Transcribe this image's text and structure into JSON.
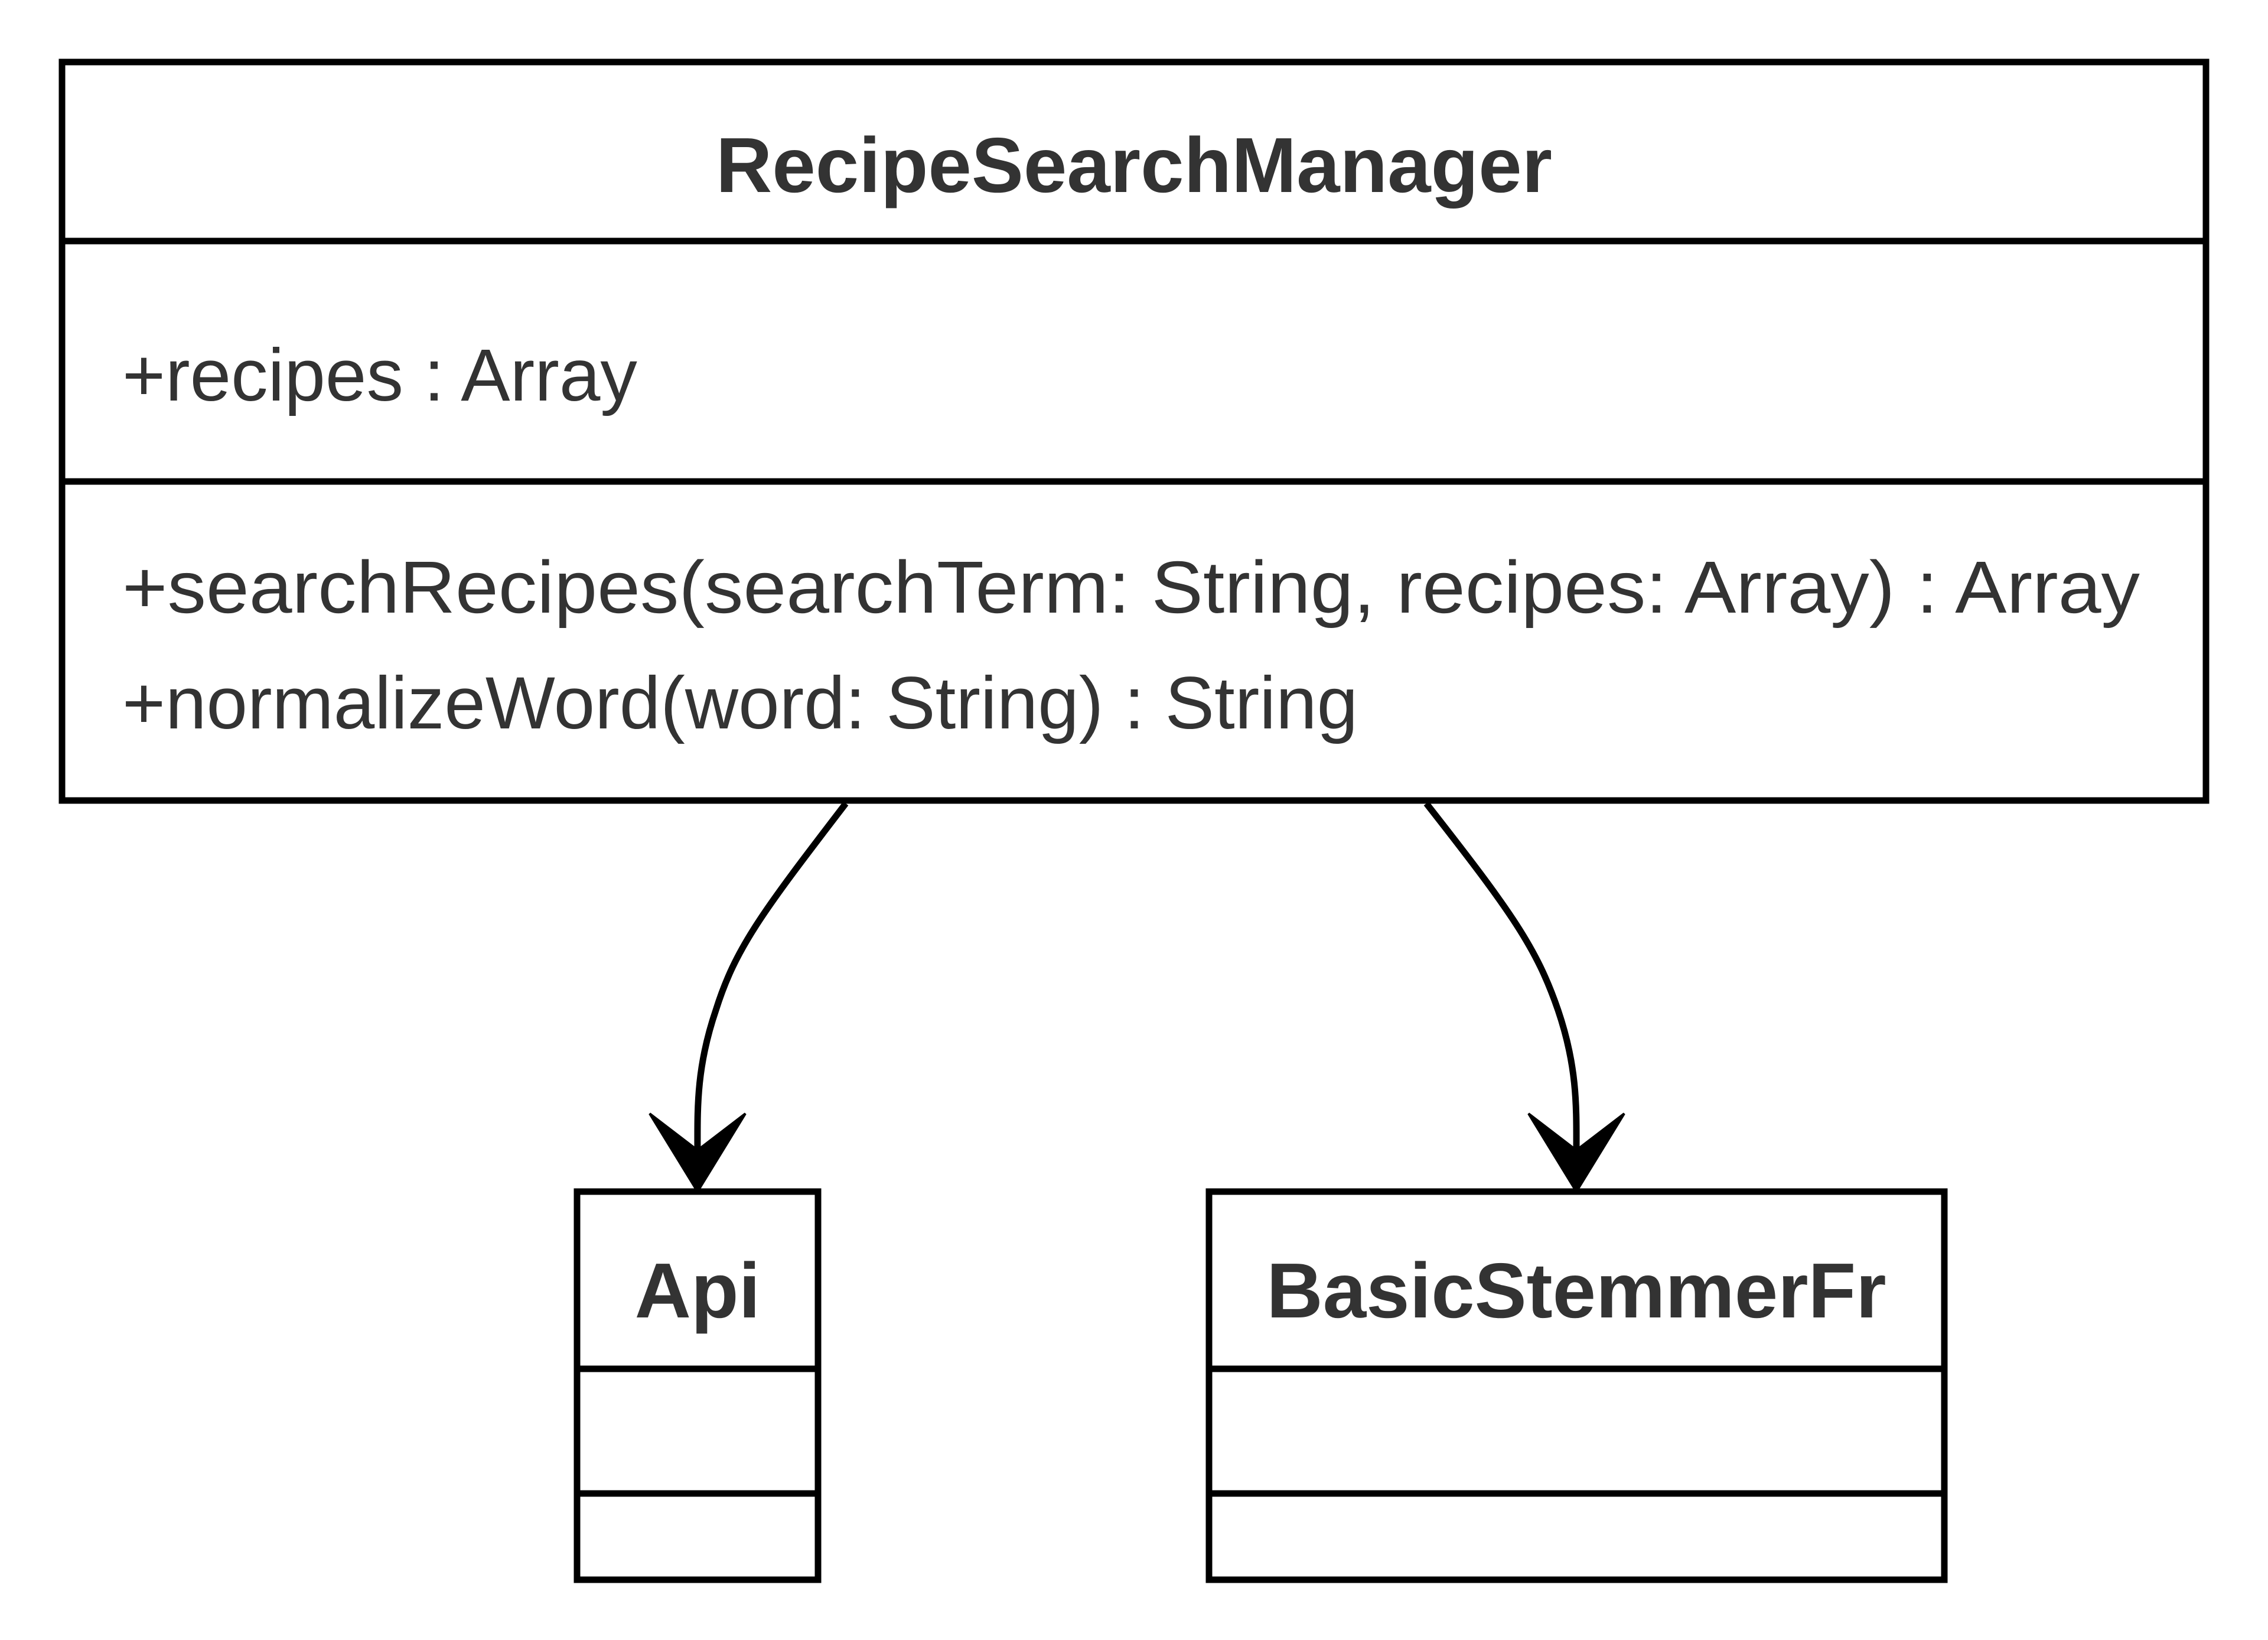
{
  "classes": {
    "main": {
      "name": "RecipeSearchManager",
      "attributes": [
        "+recipes : Array"
      ],
      "methods": [
        "+searchRecipes(searchTerm: String, recipes: Array) : Array",
        "+normalizeWord(word: String) : String"
      ]
    },
    "api": {
      "name": "Api",
      "attributes": [],
      "methods": []
    },
    "stemmer": {
      "name": "BasicStemmerFr",
      "attributes": [],
      "methods": []
    }
  },
  "relations": [
    {
      "from": "RecipeSearchManager",
      "to": "Api",
      "type": "association"
    },
    {
      "from": "RecipeSearchManager",
      "to": "BasicStemmerFr",
      "type": "association"
    }
  ]
}
